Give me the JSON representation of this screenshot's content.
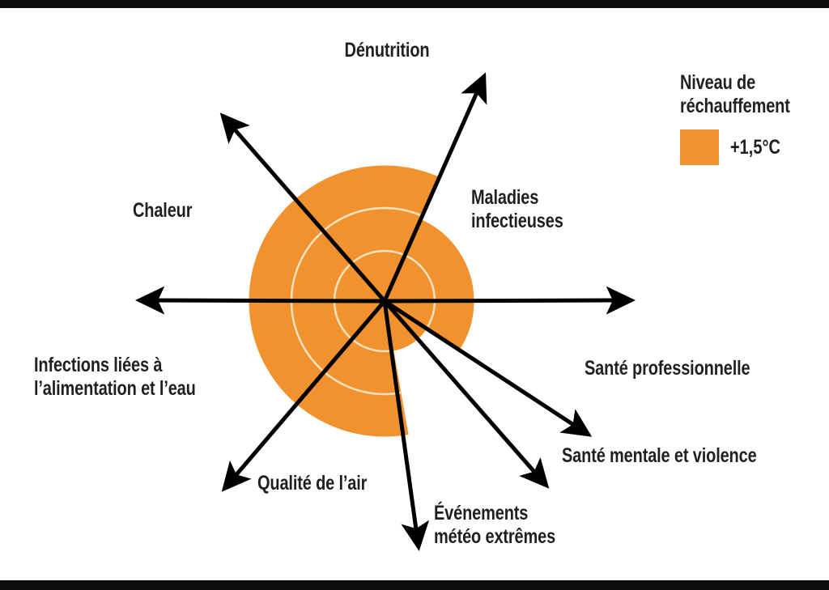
{
  "figure": {
    "background_color": "#ffffff",
    "text_color": "#231f20",
    "accent_color": "#F2922E",
    "axis_color": "#000000",
    "grid_color": "#FBE3C0"
  },
  "legend": {
    "title_line1": "Niveau de",
    "title_line2": "réchauffement",
    "swatch_color": "#F2922E",
    "value": "+1,5°C"
  },
  "labels": {
    "denutrition": "Dénutrition",
    "maladies_l1": "Maladies",
    "maladies_l2": "infectieuses",
    "sante_pro": "Santé professionnelle",
    "sante_mentale": "Santé mentale et violence",
    "evenements_l1": "Événements",
    "evenements_l2": "météo extrêmes",
    "qualite_air": "Qualité de l’air",
    "infections_l1": "Infections liées à",
    "infections_l2": "l’alimentation et l’eau",
    "chaleur": "Chaleur"
  },
  "chart_data": {
    "type": "radar",
    "title": "",
    "subtitle": "",
    "xlabel": "",
    "ylabel": "",
    "grid": true,
    "legend_position": "top-right",
    "center": {
      "x": 475,
      "y": 372
    },
    "max_radius": 167,
    "rings": [
      {
        "radius": 62,
        "color": "#FBE3C0"
      },
      {
        "radius": 115,
        "color": "#FBE3C0"
      }
    ],
    "series": [
      {
        "name": "+1,5°C",
        "color": "#F2922E",
        "categories": [
          "Dénutrition",
          "Maladies infectieuses",
          "Santé professionnelle",
          "Santé mentale et violence",
          "Événements météo extrêmes",
          "Qualité de l’air",
          "Infections liées à l’alimentation et l’eau",
          "Chaleur"
        ],
        "values": [
          167,
          110,
          110,
          62,
          62,
          167,
          167,
          167
        ],
        "value_unit": "px-radius"
      }
    ],
    "axes": [
      {
        "label": "Dénutrition",
        "angle_deg": 118,
        "tip": {
          "x": 275,
          "y": 143
        },
        "arrow": true,
        "value": 167
      },
      {
        "label": "Maladies infectieuses",
        "angle_deg": 66,
        "tip": {
          "x": 598,
          "y": 94
        },
        "arrow": true,
        "value": 110
      },
      {
        "label": "Santé professionnelle",
        "angle_deg": 0,
        "tip": {
          "x": 780,
          "y": 371
        },
        "arrow": true,
        "value": 110
      },
      {
        "label": "Santé mentale et violence",
        "angle_deg": -33,
        "tip": {
          "x": 727,
          "y": 537
        },
        "arrow": true,
        "value": 62
      },
      {
        "label": "Événements météo extrêmes",
        "angle_deg": -49,
        "tip": {
          "x": 675,
          "y": 600
        },
        "arrow": true,
        "value": 62
      },
      {
        "label": "Événements météo extrêmes (vertical)",
        "angle_deg": -80,
        "tip": {
          "x": 517,
          "y": 676
        },
        "arrow": true,
        "value": 62
      },
      {
        "label": "Qualité de l’air",
        "angle_deg": -127,
        "tip": {
          "x": 277,
          "y": 604
        },
        "arrow": true,
        "value": 167
      },
      {
        "label": "Infections liées à l’alimentation et l’eau",
        "angle_deg": 180,
        "tip": {
          "x": 172,
          "y": 371
        },
        "arrow": true,
        "value": 167
      }
    ],
    "sectors": [
      {
        "start_deg": 0,
        "end_deg": 66,
        "radius": 110
      },
      {
        "start_deg": 66,
        "end_deg": 180,
        "radius": 167
      },
      {
        "start_deg": 180,
        "end_deg": 233,
        "radius": 167
      },
      {
        "start_deg": 233,
        "end_deg": 280,
        "radius": 167
      },
      {
        "start_deg": 280,
        "end_deg": 311,
        "radius": 62
      },
      {
        "start_deg": 311,
        "end_deg": 327,
        "radius": 62
      },
      {
        "start_deg": 327,
        "end_deg": 360,
        "radius": 110
      }
    ]
  }
}
